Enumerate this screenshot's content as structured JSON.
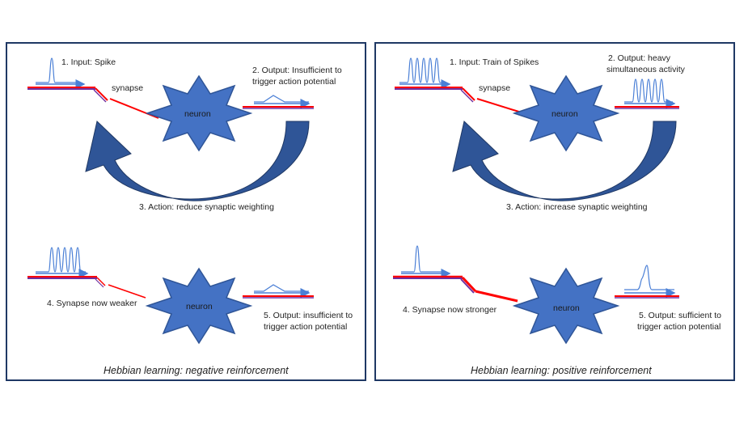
{
  "colors": {
    "frame": "#1f3864",
    "neuron_fill": "#4472c4",
    "neuron_stroke": "#2f5597",
    "arrow_dark": "#2f5597",
    "spike": "#4a7fd6",
    "axon_red": "#ff0000",
    "axon_purple": "#7030a0"
  },
  "negative": {
    "caption": "Hebbian learning: negative reinforcement",
    "step1": "1. Input: Spike",
    "synapse": "synapse",
    "step2_line1": "2. Output: Insufficient to",
    "step2_line2": "trigger action potential",
    "neuron_top": "neuron",
    "step3": "3. Action: reduce synaptic weighting",
    "step4": "4. Synapse now weaker",
    "neuron_bottom": "neuron",
    "step5_line1": "5. Output: insufficient to",
    "step5_line2": "trigger action potential"
  },
  "positive": {
    "caption": "Hebbian learning: positive reinforcement",
    "step1": "1. Input: Train of Spikes",
    "synapse": "synapse",
    "step2_line1": "2. Output: heavy",
    "step2_line2": "simultaneous activity",
    "neuron_top": "neuron",
    "step3": "3. Action: increase synaptic weighting",
    "step4": "4. Synapse now stronger",
    "neuron_bottom": "neuron",
    "step5_line1": "5. Output: sufficient to",
    "step5_line2": "trigger action potential"
  }
}
